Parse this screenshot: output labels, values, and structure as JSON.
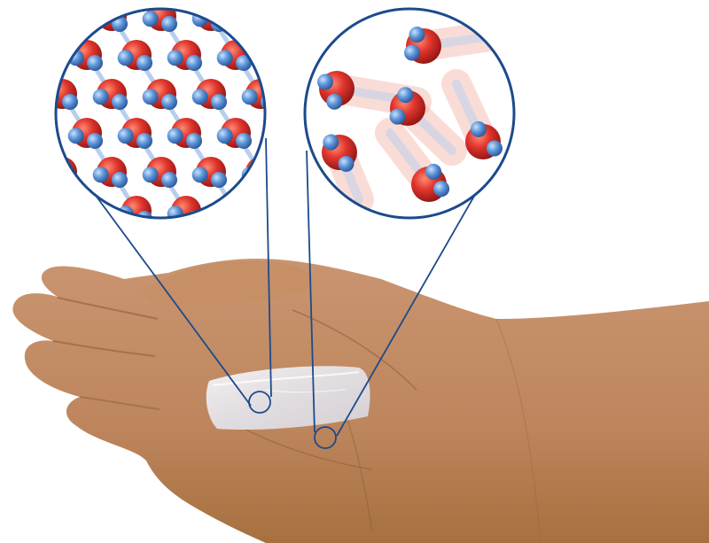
{
  "scene": {
    "subject": "hand-holding-ice",
    "insets": [
      {
        "name": "solid-ice-lattice-inset",
        "state": "solid"
      },
      {
        "name": "liquid-water-molecules-inset",
        "state": "liquid"
      }
    ]
  },
  "colors": {
    "oxygen": "#d6322a",
    "hydrogen": "#5a93d4",
    "outline": "#1c4a8c",
    "skin": "#c08960",
    "ice": "#ecebee"
  },
  "icons": [
    "water-molecule-icon"
  ]
}
